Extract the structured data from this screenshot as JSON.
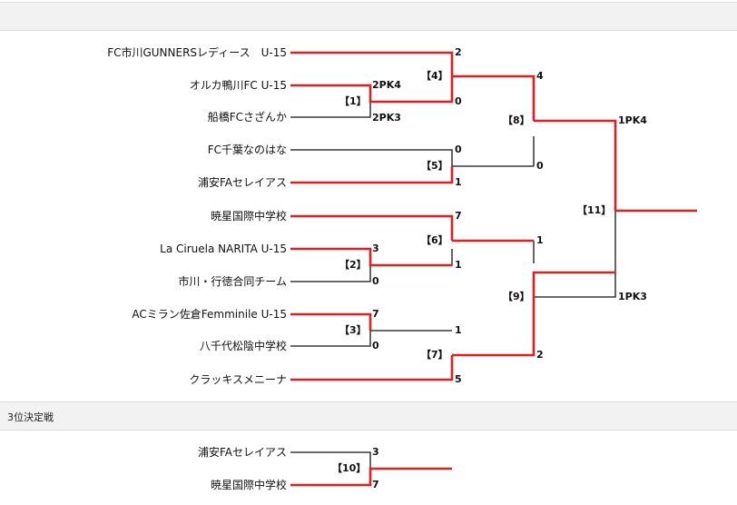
{
  "header_bar": {
    "label": ""
  },
  "third_place_bar": {
    "label": "3位決定戦"
  },
  "colors": {
    "winner_line": "#e02020",
    "loser_line": "#111111"
  },
  "teams": [
    "FC市川GUNNERSレディース　U-15",
    "オルカ鴨川FC U-15",
    "船橋FCさざんか",
    "FC千葉なのはな",
    "浦安FAセレイアス",
    "暁星国際中学校",
    "La Ciruela NARITA U-15",
    "市川・行徳合同チーム",
    "ACミラン佐倉Femminile U-15",
    "八千代松陰中学校",
    "クラッキスメニーナ"
  ],
  "matches": {
    "m1": "【1】",
    "m2": "【2】",
    "m3": "【3】",
    "m4": "【4】",
    "m5": "【5】",
    "m6": "【6】",
    "m7": "【7】",
    "m8": "【8】",
    "m9": "【9】",
    "m10": "【10】",
    "m11": "【11】"
  },
  "scores": {
    "m1_top": "2PK4",
    "m1_bottom": "2PK3",
    "m2_top": "3",
    "m2_bottom": "0",
    "m3_top": "7",
    "m3_bottom": "0",
    "m4_top": "2",
    "m4_bottom": "0",
    "m5_top": "0",
    "m5_bottom": "1",
    "m6_top": "7",
    "m6_bottom": "1",
    "m7_top": "1",
    "m7_bottom": "5",
    "m8_top": "4",
    "m8_bottom": "0",
    "m9_top": "1",
    "m9_bottom": "2",
    "m11_top": "1PK4",
    "m11_bottom": "1PK3",
    "m10_top": "3",
    "m10_bottom": "7"
  },
  "third_place": {
    "team_top": "浦安FAセレイアス",
    "team_bottom": "暁星国際中学校"
  }
}
